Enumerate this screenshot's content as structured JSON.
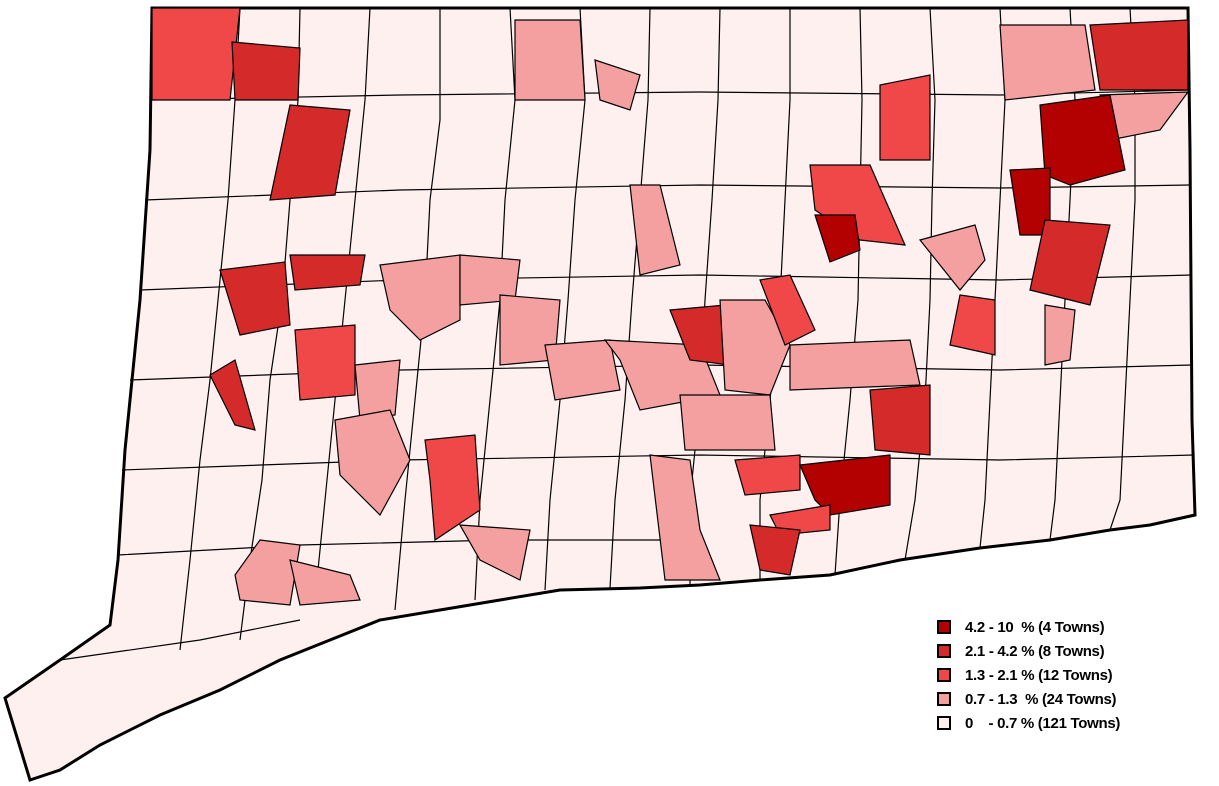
{
  "colors": {
    "class_1": "#b30000",
    "class_2": "#d42a2a",
    "class_3": "#f04848",
    "class_4": "#f5a0a0",
    "class_5": "#fff0f0",
    "border": "#000000"
  },
  "legend": {
    "items": [
      {
        "label": "4.2 - 10  % (4 Towns)",
        "color_key": "class_1"
      },
      {
        "label": "2.1 - 4.2 % (8 Towns)",
        "color_key": "class_2"
      },
      {
        "label": "1.3 - 2.1 % (12 Towns)",
        "color_key": "class_3"
      },
      {
        "label": "0.7 - 1.3  % (24 Towns)",
        "color_key": "class_4"
      },
      {
        "label": "0    - 0.7 % (121 Towns)",
        "color_key": "class_5"
      }
    ]
  }
}
